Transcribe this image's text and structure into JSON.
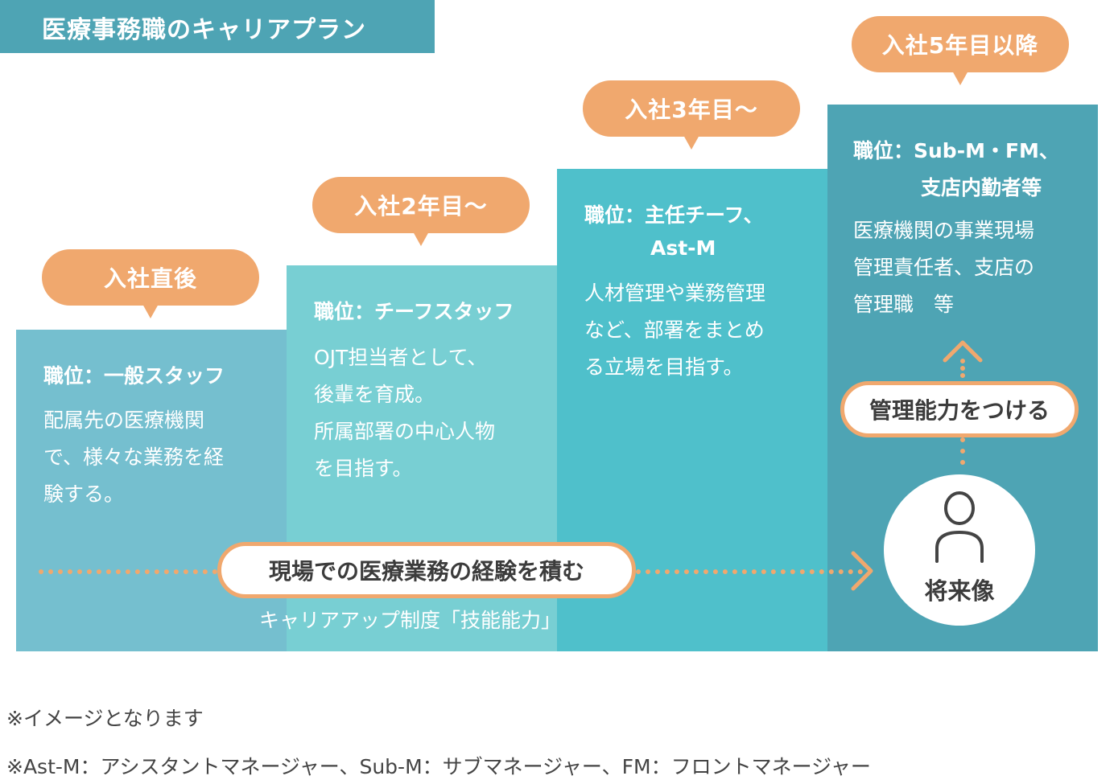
{
  "title": "医療事務職のキャリアプラン",
  "stages": [
    {
      "badge": "入社直後",
      "role_line1": "職位：一般スタッフ",
      "role_line2": "",
      "desc": [
        "配属先の医療機関",
        "で、様々な業務を経",
        "験する。"
      ]
    },
    {
      "badge": "入社2年目〜",
      "role_line1": "職位：チーフスタッフ",
      "role_line2": "",
      "desc": [
        "OJT担当者として、",
        "後輩を育成。",
        "所属部署の中心人物",
        "を目指す。"
      ]
    },
    {
      "badge": "入社3年目〜",
      "role_line1": "職位：主任チーフ、",
      "role_line2": "Ast-M",
      "desc": [
        "人材管理や業務管理",
        "など、部署をまとめ",
        "る立場を目指す。"
      ]
    },
    {
      "badge": "入社5年目以降",
      "role_line1": "職位：Sub-M・FM、",
      "role_line2": "支店内勤者等",
      "desc": [
        "医療機関の事業現場",
        "管理責任者、支店の",
        "管理職　等"
      ]
    }
  ],
  "main_path_label": "現場での医療業務の経験を積む",
  "sub_caption": "キャリアアップ制度「技能能力」",
  "management_label": "管理能力をつける",
  "future_label": "将来像",
  "icons": {
    "future": "person-icon",
    "forward": "chevron-right-icon",
    "up": "chevron-up-icon"
  },
  "colors": {
    "accent": "#f0a86e",
    "stage1": "#75bfcf",
    "stage2": "#78cfd3",
    "stage3": "#4fc0cb",
    "stage4": "#4ea4b4",
    "title_bg": "#4ea4b4"
  },
  "notes": [
    "※イメージとなります",
    "※Ast-M：アシスタントマネージャー、Sub-M：サブマネージャー、FM：フロントマネージャー"
  ]
}
